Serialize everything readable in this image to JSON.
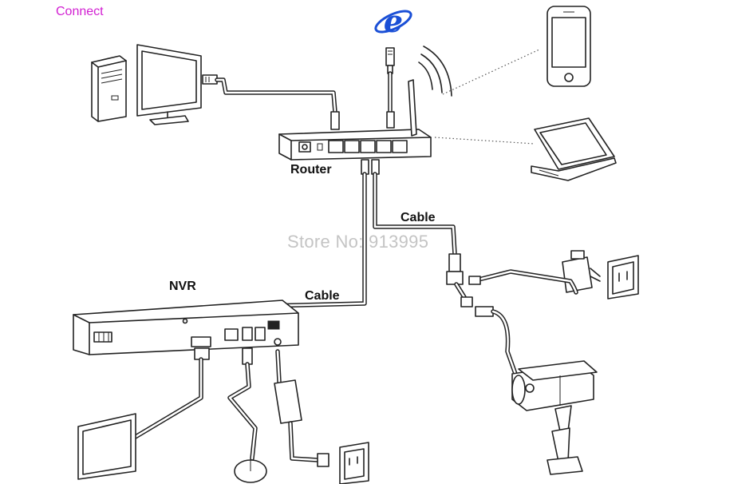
{
  "header": {
    "connect_label": "Connect"
  },
  "labels": {
    "router": "Router",
    "cable_top": "Cable",
    "cable_bottom": "Cable",
    "nvr": "NVR"
  },
  "watermark": {
    "text": "Store No: 913995"
  },
  "icons": {
    "browser": "internet-explorer-icon",
    "ie_color": "#1a4fd6"
  }
}
